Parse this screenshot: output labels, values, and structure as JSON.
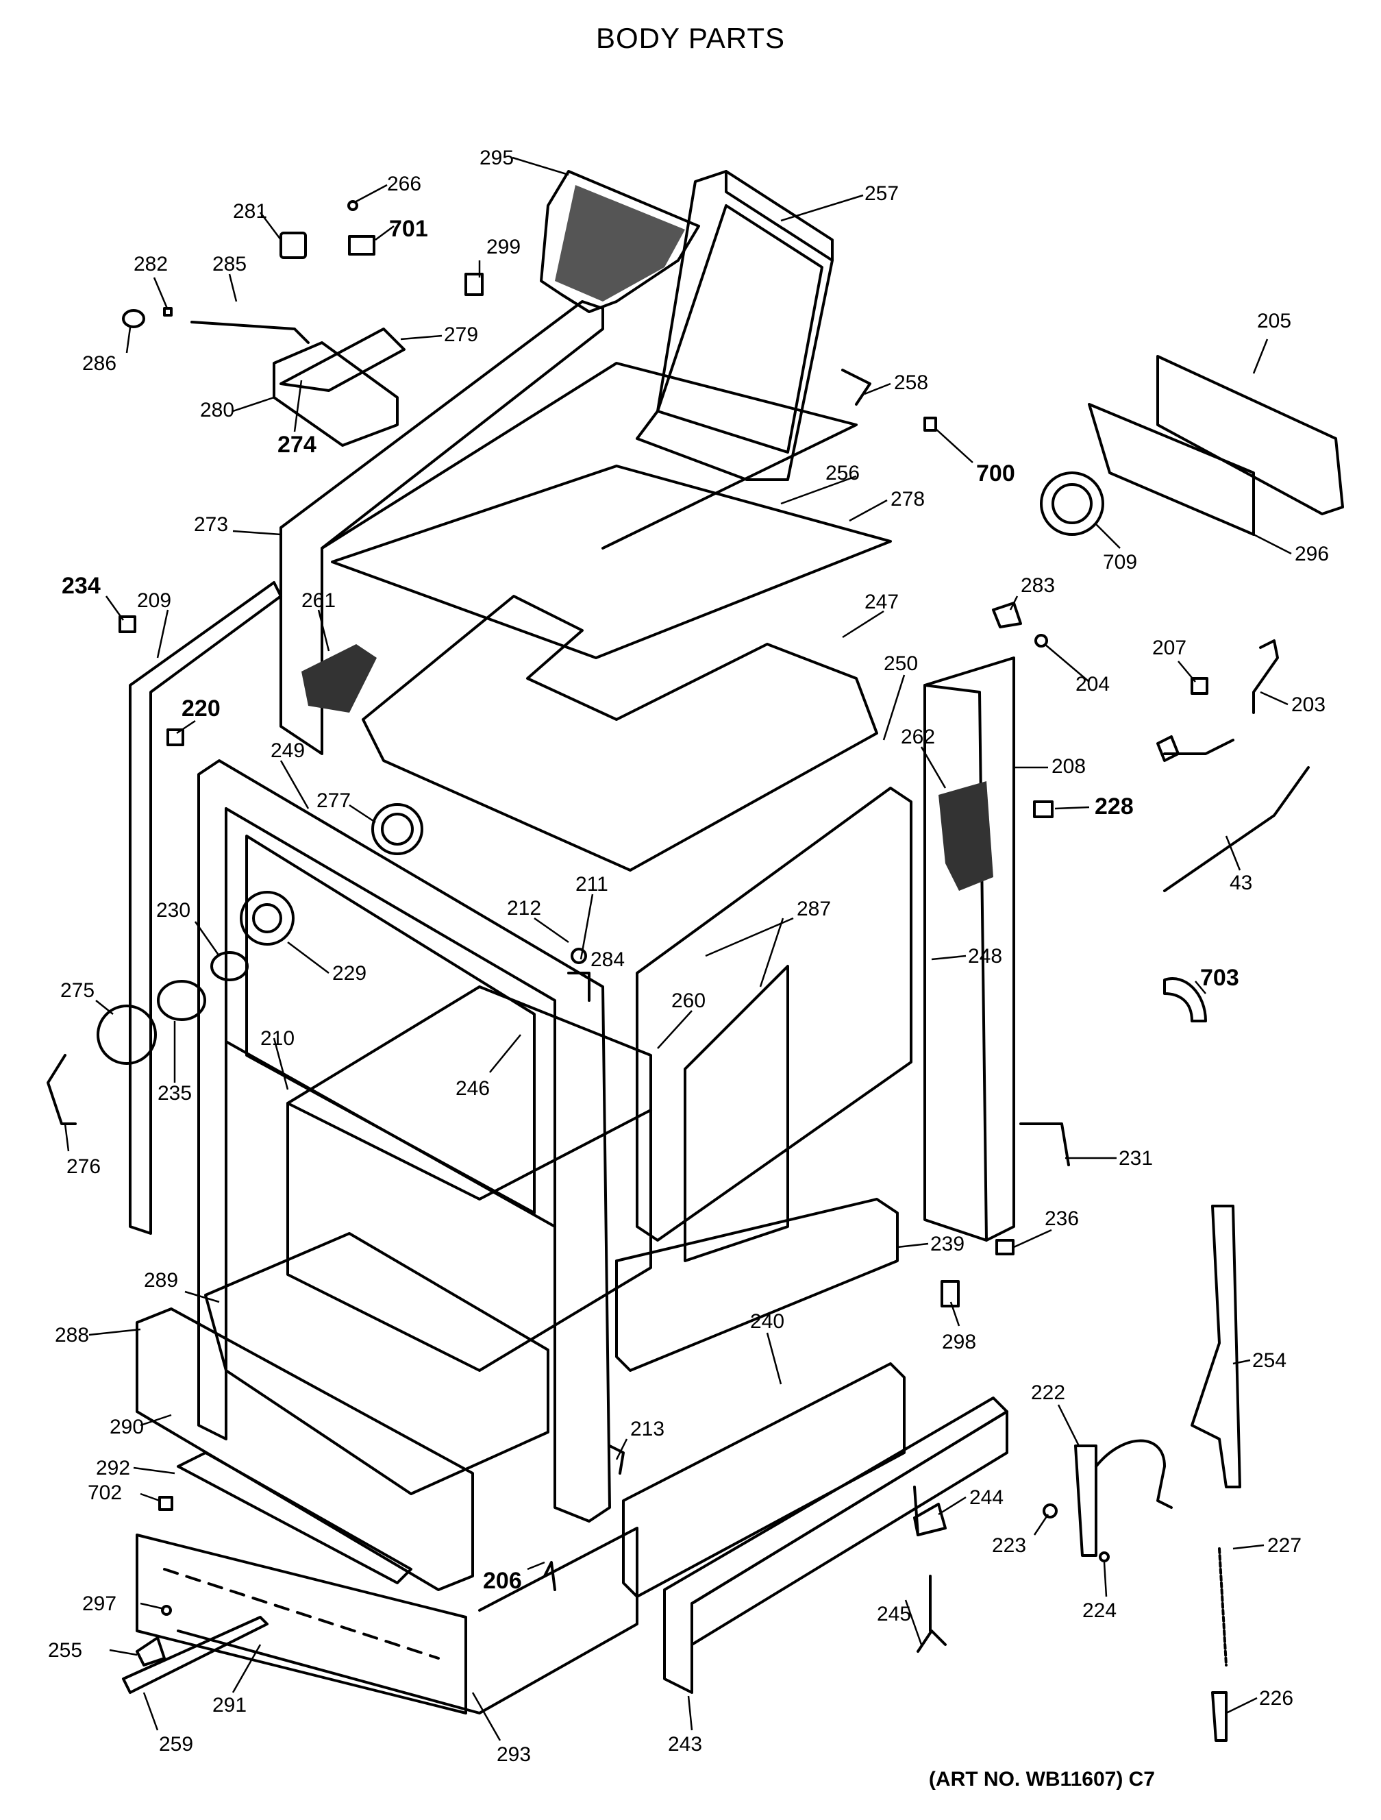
{
  "title": "BODY PARTS",
  "art_number": "(ART NO. WB11607) C7",
  "callouts": [
    {
      "id": "295",
      "bold": false
    },
    {
      "id": "257",
      "bold": false
    },
    {
      "id": "266",
      "bold": false
    },
    {
      "id": "281",
      "bold": false
    },
    {
      "id": "701",
      "bold": true
    },
    {
      "id": "299",
      "bold": false
    },
    {
      "id": "282",
      "bold": false
    },
    {
      "id": "285",
      "bold": false
    },
    {
      "id": "279",
      "bold": false
    },
    {
      "id": "286",
      "bold": false
    },
    {
      "id": "280",
      "bold": false
    },
    {
      "id": "274",
      "bold": true
    },
    {
      "id": "258",
      "bold": false
    },
    {
      "id": "205",
      "bold": false
    },
    {
      "id": "700",
      "bold": true
    },
    {
      "id": "256",
      "bold": false
    },
    {
      "id": "278",
      "bold": false
    },
    {
      "id": "709",
      "bold": false
    },
    {
      "id": "296",
      "bold": false
    },
    {
      "id": "273",
      "bold": false
    },
    {
      "id": "234",
      "bold": true
    },
    {
      "id": "209",
      "bold": false
    },
    {
      "id": "261",
      "bold": false
    },
    {
      "id": "247",
      "bold": false
    },
    {
      "id": "283",
      "bold": false
    },
    {
      "id": "250",
      "bold": false
    },
    {
      "id": "204",
      "bold": false
    },
    {
      "id": "207",
      "bold": false
    },
    {
      "id": "203",
      "bold": false
    },
    {
      "id": "220",
      "bold": true
    },
    {
      "id": "262",
      "bold": false
    },
    {
      "id": "208",
      "bold": false
    },
    {
      "id": "249",
      "bold": false
    },
    {
      "id": "228",
      "bold": true
    },
    {
      "id": "277",
      "bold": false
    },
    {
      "id": "43",
      "bold": false
    },
    {
      "id": "211",
      "bold": false
    },
    {
      "id": "212",
      "bold": false
    },
    {
      "id": "230",
      "bold": false
    },
    {
      "id": "284",
      "bold": false
    },
    {
      "id": "287",
      "bold": false
    },
    {
      "id": "248",
      "bold": false
    },
    {
      "id": "229",
      "bold": false
    },
    {
      "id": "703",
      "bold": true
    },
    {
      "id": "275",
      "bold": false
    },
    {
      "id": "260",
      "bold": false
    },
    {
      "id": "210",
      "bold": false
    },
    {
      "id": "246",
      "bold": false
    },
    {
      "id": "235",
      "bold": false
    },
    {
      "id": "276",
      "bold": false
    },
    {
      "id": "231",
      "bold": false
    },
    {
      "id": "236",
      "bold": false
    },
    {
      "id": "239",
      "bold": false
    },
    {
      "id": "289",
      "bold": false
    },
    {
      "id": "298",
      "bold": false
    },
    {
      "id": "288",
      "bold": false
    },
    {
      "id": "240",
      "bold": false
    },
    {
      "id": "254",
      "bold": false
    },
    {
      "id": "222",
      "bold": false
    },
    {
      "id": "290",
      "bold": false
    },
    {
      "id": "213",
      "bold": false
    },
    {
      "id": "292",
      "bold": false
    },
    {
      "id": "702",
      "bold": false
    },
    {
      "id": "244",
      "bold": false
    },
    {
      "id": "223",
      "bold": false
    },
    {
      "id": "227",
      "bold": false
    },
    {
      "id": "206",
      "bold": true
    },
    {
      "id": "297",
      "bold": false
    },
    {
      "id": "224",
      "bold": false
    },
    {
      "id": "245",
      "bold": false
    },
    {
      "id": "255",
      "bold": false
    },
    {
      "id": "226",
      "bold": false
    },
    {
      "id": "291",
      "bold": false
    },
    {
      "id": "243",
      "bold": false
    },
    {
      "id": "259",
      "bold": false
    },
    {
      "id": "293",
      "bold": false
    }
  ]
}
